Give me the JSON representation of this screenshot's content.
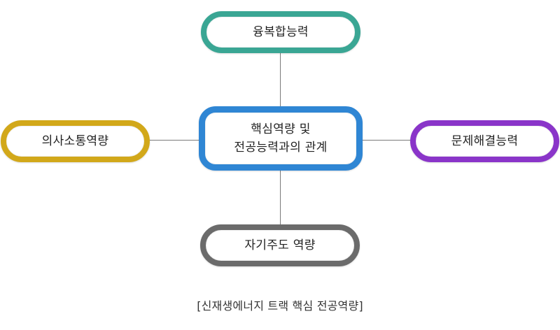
{
  "diagram": {
    "center": {
      "line1": "핵심역량 및",
      "line2": "전공능력과의 관계",
      "color": "#2f86d4"
    },
    "top": {
      "label": "융복합능력",
      "color": "#3aa694"
    },
    "left": {
      "label": "의사소통역량",
      "color": "#d2a81a"
    },
    "right": {
      "label": "문제해결능력",
      "color": "#8a35c9"
    },
    "bottom": {
      "label": "자기주도 역량",
      "color": "#6b6b6b"
    }
  },
  "caption": "[신재생에너지 트랙 핵심 전공역량]"
}
